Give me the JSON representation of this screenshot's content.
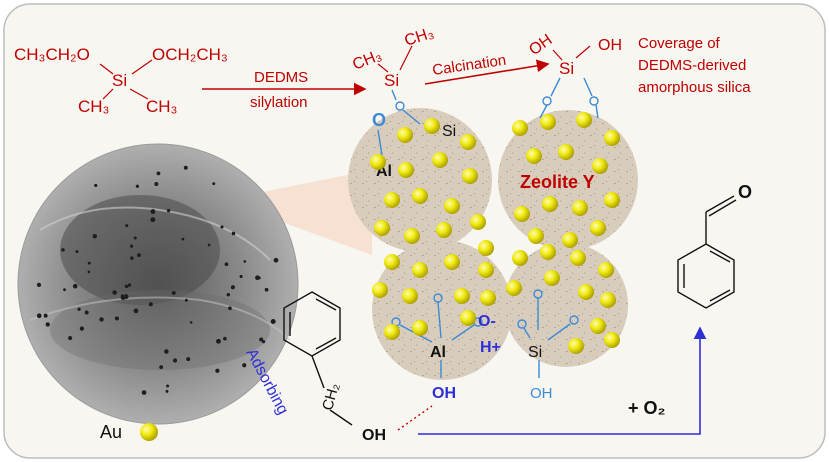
{
  "colors": {
    "red": "#c00000",
    "blue": "#2f2fd8",
    "lightblue": "#3c8ad6",
    "black": "#111111",
    "panel_bg": "#f7f6f1",
    "panel_border": "#bdbdbd",
    "zeolite_fill": "#d9cfbf",
    "gold": "#e8e000"
  },
  "silane": {
    "left_top": "CH₃CH₂O",
    "right_top": "OCH₂CH₃",
    "center": "Si",
    "left_bottom": "CH₃",
    "right_bottom": "CH₃"
  },
  "arrow1": {
    "line1": "DEDMS",
    "line2": "silylation"
  },
  "grafted": {
    "me1": "CH₃",
    "me2": "CH₃",
    "si": "Si",
    "o": "O",
    "si2": "Si",
    "al": "Al"
  },
  "arrow2": {
    "label": "Calcination"
  },
  "silanol": {
    "oh1": "OH",
    "oh2": "OH",
    "si": "Si"
  },
  "coverage": {
    "line1": "Coverage of",
    "line2": "DEDMS-derived",
    "line3": "amorphous silica"
  },
  "zeolite_label": "Zeolite Y",
  "acid_site": {
    "al": "Al",
    "o_minus": "O-",
    "h_plus": "H+",
    "si": "Si",
    "oh_al": "OH",
    "oh_si": "OH"
  },
  "benzyl": {
    "ch2": "CH₂",
    "oh": "OH"
  },
  "adsorbing": "Adsorbing",
  "oxidant": "+ O₂",
  "legend": {
    "label": "Au"
  },
  "benzaldehyde": {
    "o": "O"
  }
}
